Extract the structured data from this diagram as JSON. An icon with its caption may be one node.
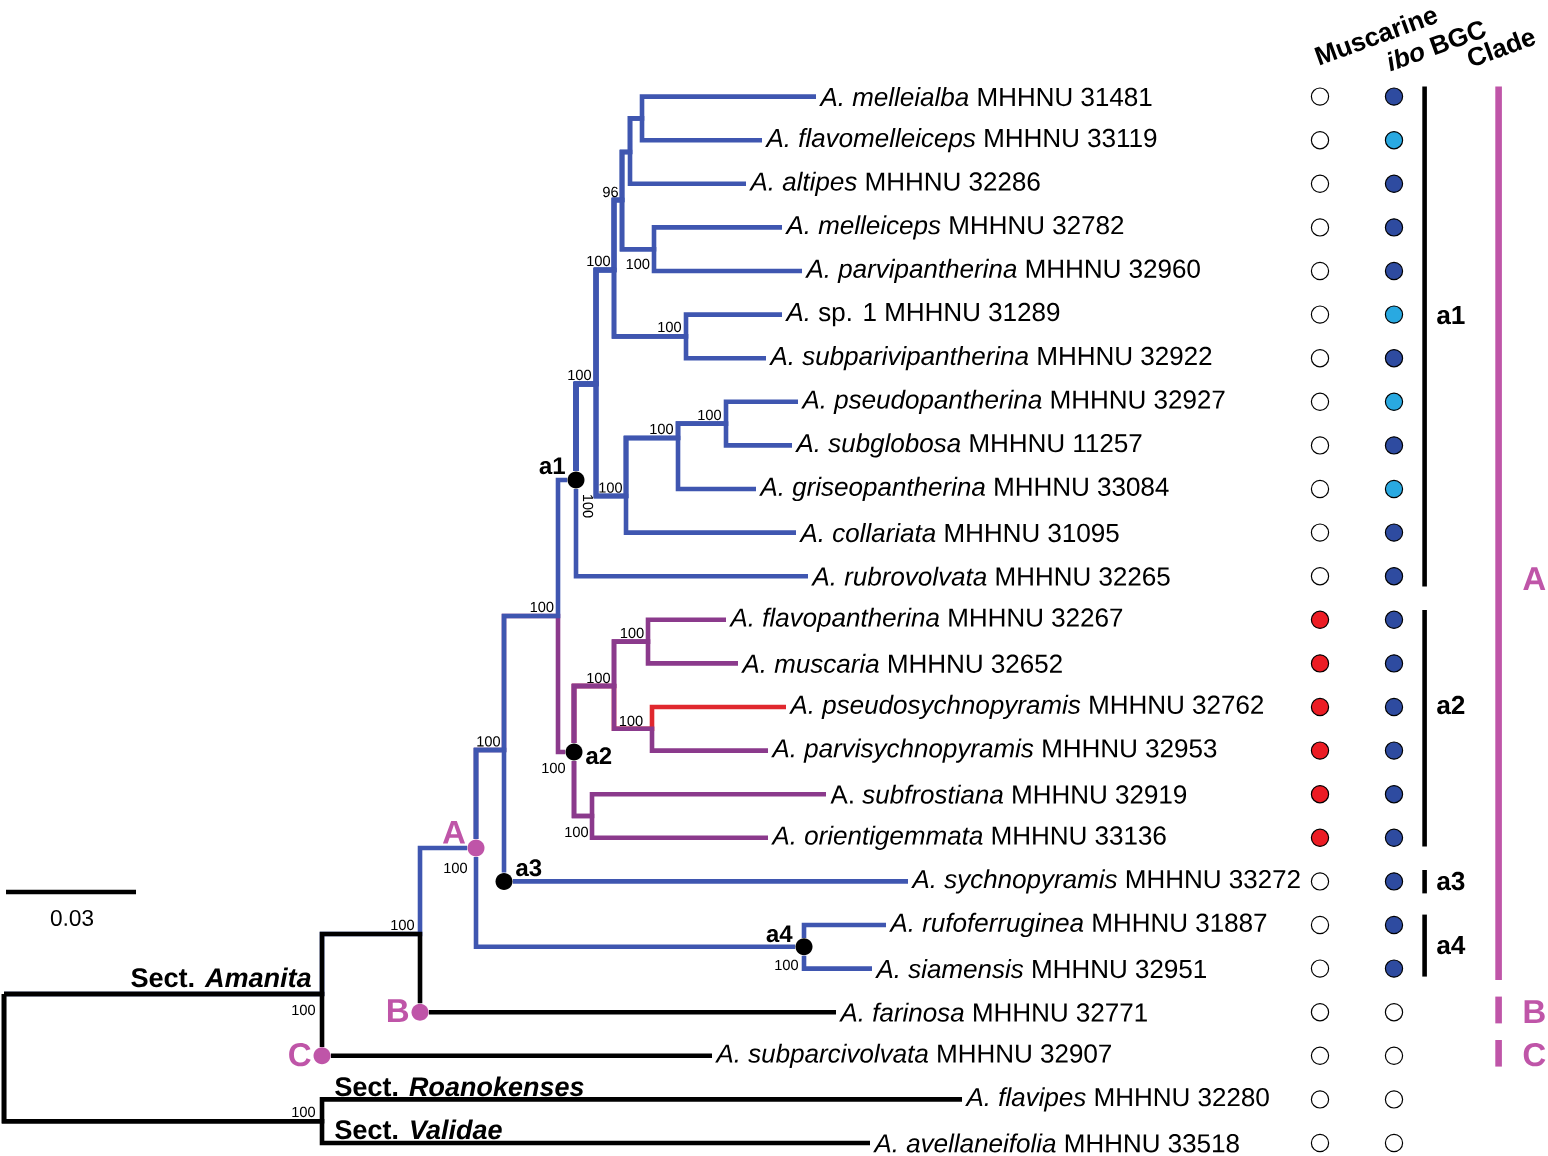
{
  "diagram": {
    "nodes": [
      {
        "text": [
          "*A. melleialba* MHHNU 31481"
        ]
      },
      {
        "text": [
          "*A. flavomelleiceps* MHHNU 33119"
        ]
      },
      {
        "text": [
          "*A. altipes* MHHNU 32286"
        ]
      },
      {
        "text": [
          "*A. melleiceps* MHHNU 32782"
        ]
      },
      {
        "text": [
          "*A. parvipantherina* MHHNU 32960"
        ]
      },
      {
        "text": [
          "*A.* sp. 1 MHHNU 31289"
        ]
      },
      {
        "text": [
          "*A. subparivipantherina* MHHNU 32922"
        ]
      },
      {
        "text": [
          "*A. pseudopantherina* MHHNU 32927"
        ]
      },
      {
        "text": [
          "*A. subglobosa* MHHNU 11257"
        ]
      },
      {
        "text": [
          "*A. griseopantherina* MHHNU 33084"
        ]
      },
      {
        "text": [
          "*A. collariata* MHHNU 31095"
        ]
      },
      {
        "text": [
          "*A. rubrovolvata* MHHNU 32265"
        ]
      },
      {
        "text": [
          "*A. flavopantherina* MHHNU 32267"
        ]
      },
      {
        "text": [
          "*A. muscaria* MHHNU 32652"
        ]
      },
      {
        "text": [
          "*A. pseudosychnopyramis* MHHNU 32762"
        ]
      },
      {
        "text": [
          "*A. parvisychnopyramis* MHHNU 32953"
        ]
      },
      {
        "text": [
          "A. *subfrostiana* MHHNU 32919"
        ]
      },
      {
        "text": [
          "*A. orientigemmata* MHHNU 33136"
        ]
      },
      {
        "text": [
          "*A. sychnopyramis* MHHNU 33272"
        ]
      },
      {
        "text": [
          "*A. rufoferruginea* MHHNU 31887"
        ]
      },
      {
        "text": [
          "*A. siamensis* MHHNU 32951"
        ]
      },
      {
        "text": [
          "*A. farinosa* MHHNU 32771"
        ]
      },
      {
        "text": [
          "*A. subparcivolvata* MHHNU 32907"
        ]
      },
      {
        "text": [
          "*A. flavipes* MHHNU 32280"
        ]
      },
      {
        "text": [
          "*A. avellaneifolia* MHHNU 33518"
        ]
      },
      {
        "text": [],
        "shape": "circle",
        "beside": [
          "a1"
        ]
      },
      {
        "text": [],
        "shape": "circle",
        "beside": [
          "a2"
        ]
      },
      {
        "text": [],
        "shape": "circle",
        "beside": [
          "A"
        ]
      },
      {
        "text": [],
        "shape": "circle",
        "beside": [
          "a3"
        ]
      },
      {
        "text": [],
        "shape": "circle",
        "beside": [
          "a4"
        ]
      },
      {
        "text": [],
        "shape": "circle",
        "beside": [
          "B"
        ]
      },
      {
        "text": [],
        "shape": "circle",
        "beside": [
          "C"
        ]
      }
    ],
    "edges": [
      {
        "from": null,
        "to": 31,
        "arrow": "none",
        "label": "Sect. *Amanita*",
        "color": "#000000"
      },
      {
        "from": null,
        "to": 30,
        "arrow": "none",
        "color": "#000000"
      },
      {
        "from": null,
        "to": 27,
        "arrow": "none"
      },
      {
        "from": null,
        "to": 23,
        "arrow": "none",
        "label": "Sect. *Roanokenses*",
        "color": "#000000"
      },
      {
        "from": null,
        "to": 24,
        "arrow": "none",
        "label": "Sect. *Validae*",
        "color": "#000000"
      },
      {
        "from": 31,
        "to": 22,
        "arrow": "none",
        "color": "#000000"
      },
      {
        "from": 30,
        "to": 21,
        "arrow": "none",
        "color": "#000000"
      },
      {
        "from": 27,
        "to": 25,
        "arrow": "none"
      },
      {
        "from": 27,
        "to": 26,
        "arrow": "none",
        "color": "#8b3a8c"
      },
      {
        "from": 27,
        "to": 28,
        "arrow": "none"
      },
      {
        "from": 27,
        "to": 29,
        "arrow": "none"
      },
      {
        "from": 28,
        "to": 18,
        "arrow": "none"
      },
      {
        "from": 25,
        "to": 0,
        "arrow": "none"
      },
      {
        "from": 25,
        "to": 1,
        "arrow": "none"
      },
      {
        "from": 25,
        "to": 2,
        "arrow": "none"
      },
      {
        "from": 25,
        "to": 3,
        "arrow": "none"
      },
      {
        "from": 25,
        "to": 4,
        "arrow": "none"
      },
      {
        "from": 25,
        "to": 5,
        "arrow": "none"
      },
      {
        "from": 25,
        "to": 6,
        "arrow": "none"
      },
      {
        "from": 25,
        "to": 7,
        "arrow": "none"
      },
      {
        "from": 25,
        "to": 8,
        "arrow": "none"
      },
      {
        "from": 25,
        "to": 9,
        "arrow": "none"
      },
      {
        "from": 25,
        "to": 10,
        "arrow": "none"
      },
      {
        "from": 25,
        "to": 11,
        "arrow": "none"
      },
      {
        "from": 26,
        "to": 12,
        "arrow": "none",
        "color": "#8b3a8c"
      },
      {
        "from": 26,
        "to": 13,
        "arrow": "none",
        "color": "#8b3a8c"
      },
      {
        "from": 26,
        "to": 14,
        "arrow": "none",
        "color": "#e0282e"
      },
      {
        "from": 26,
        "to": 15,
        "arrow": "none",
        "color": "#8b3a8c"
      },
      {
        "from": 26,
        "to": 16,
        "arrow": "none",
        "color": "#8b3a8c"
      },
      {
        "from": 26,
        "to": 17,
        "arrow": "none",
        "color": "#8b3a8c"
      },
      {
        "from": 29,
        "to": 19,
        "arrow": "none"
      },
      {
        "from": 29,
        "to": 20,
        "arrow": "none"
      }
    ],
    "labels": [
      "Muscarine",
      "*ibo* BGC",
      "Clade",
      "96",
      "100",
      "100",
      "100",
      "100",
      "100",
      "100",
      "100",
      "100",
      "100",
      "100",
      "100",
      "100",
      "100",
      "100",
      "100",
      "100",
      "100",
      "100",
      "100",
      "100",
      "a1",
      "A",
      "a2",
      "a3",
      "a4",
      "B",
      "C",
      "0.03"
    ]
  }
}
